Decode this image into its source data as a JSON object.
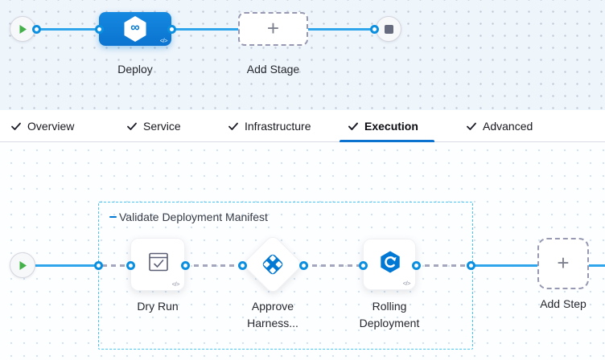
{
  "glyphs": {
    "plus": "+",
    "code": "</>",
    "infinity": "∞"
  },
  "colors": {
    "accent_blue": "#0278d5",
    "line_blue": "#2fa5ec",
    "connector_ring": "#0b8fe0",
    "group_border": "#44c5f2",
    "dashed_gray": "#a3a6bd",
    "play_green": "#43b049",
    "stop_slate": "#676b7e",
    "tab_underline": "#0c72cf",
    "canvas_top_bg": "#eef5fb"
  },
  "stage_graph": {
    "stages": [
      {
        "label": "Deploy"
      },
      {
        "label": "Add Stage"
      }
    ]
  },
  "tabs": {
    "items": [
      {
        "label": "Overview",
        "checked": true,
        "active": false
      },
      {
        "label": "Service",
        "checked": true,
        "active": false
      },
      {
        "label": "Infrastructure",
        "checked": true,
        "active": false
      },
      {
        "label": "Execution",
        "checked": true,
        "active": true
      },
      {
        "label": "Advanced",
        "checked": true,
        "active": false
      }
    ]
  },
  "execution_graph": {
    "group_title": "Validate Deployment Manifest",
    "steps": [
      {
        "label": "Dry Run"
      },
      {
        "label": "Approve Harness..."
      },
      {
        "label": "Rolling Deployment"
      }
    ],
    "add_step_label": "Add Step"
  }
}
